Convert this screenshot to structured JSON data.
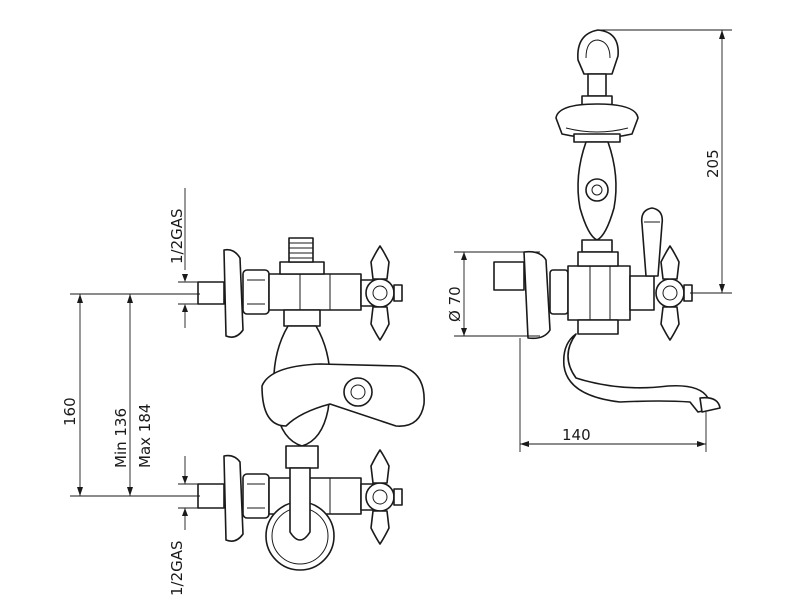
{
  "dimensions": {
    "connection_top": "1/2GAS",
    "connection_bottom": "1/2GAS",
    "centre_distance": "160",
    "min_centres": "Min 136",
    "max_centres": "Max 184",
    "diameter": "Ø 70",
    "spout_projection": "140",
    "handshower_height": "205"
  },
  "colors": {
    "line": "#1a1a1a",
    "background": "#ffffff"
  }
}
